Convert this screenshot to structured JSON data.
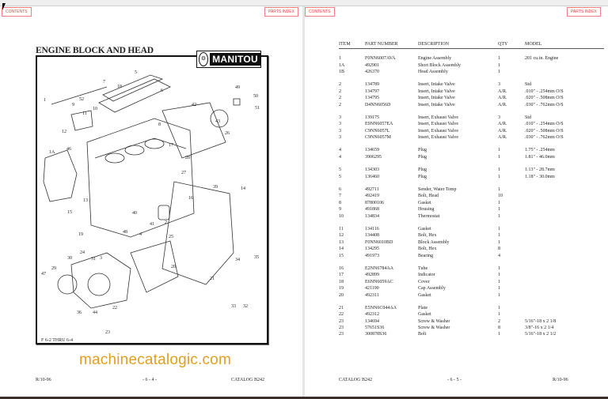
{
  "left_page": {
    "contents_label": "CONTENTS",
    "parts_index_label": "PARTS INDEX",
    "title": "ENGINE BLOCK AND HEAD",
    "logo_text": "MANITOU",
    "figure_label": "F 6-2 THRU 6-4",
    "callouts": [
      "5",
      "7",
      "18",
      "6",
      "49",
      "50",
      "51",
      "52",
      "9",
      "10",
      "11",
      "42",
      "8",
      "43",
      "12",
      "26",
      "1A",
      "46",
      "28",
      "27",
      "16",
      "39",
      "14",
      "15",
      "40",
      "48",
      "41",
      "4",
      "2",
      "25",
      "19",
      "24",
      "30",
      "31",
      "20",
      "29",
      "47",
      "34",
      "35",
      "21",
      "3",
      "22",
      "36",
      "44",
      "33",
      "32",
      "23",
      "1",
      "13",
      "17"
    ],
    "footer_left": "R/10-96",
    "footer_center": "- 6 - 4 -",
    "footer_right": "CATALOG B242"
  },
  "right_page": {
    "contents_label": "CONTENTS",
    "parts_index_label": "PARTS INDEX",
    "columns": [
      "ITEM",
      "PART NUMBER",
      "DESCRIPTION",
      "QTY",
      "MODEL"
    ],
    "rows": [
      [
        "1",
        "F0NN6007AVA",
        "Engine Assembly",
        "1",
        "201 cu.in. Engine"
      ],
      [
        "1A",
        "492901",
        "Short Block Assembly",
        "1",
        ""
      ],
      [
        "1B",
        "426370",
        "Head Assembly",
        "1",
        ""
      ],
      null,
      [
        "2",
        "134789",
        "Insert, Intake Valve",
        "3",
        "Std"
      ],
      [
        "2",
        "134797",
        "Insert, Intake Valve",
        "A/R.",
        ".010\" - .254mm O/S"
      ],
      [
        "2",
        "134795",
        "Insert, Intake Valve",
        "A/R.",
        ".020\" - .508mm O/S"
      ],
      [
        "2",
        "D4NN6056D",
        "Insert, Intake Valve",
        "A/R.",
        ".030\" - .762mm O/S"
      ],
      null,
      [
        "3",
        "139175",
        "Insert, Exhaust Valve",
        "3",
        "Std"
      ],
      [
        "3",
        "E9NN6057EA",
        "Insert, Exhaust Valve",
        "A/R.",
        ".010\" - .254mm O/S"
      ],
      [
        "3",
        "C9NN6057L",
        "Insert, Exhaust Valve",
        "A/R.",
        ".020\" - .508mm O/S"
      ],
      [
        "3",
        "C9NN6057M",
        "Insert, Exhaust Valve",
        "A/R.",
        ".030\" - .762mm O/S"
      ],
      null,
      [
        "4",
        "134659",
        "Plug",
        "1",
        "1.75\" - .254mm"
      ],
      [
        "4",
        "3906295",
        "Plug",
        "1",
        "1.81\" - 46.0mm"
      ],
      null,
      [
        "5",
        "134303",
        "Plug",
        "1",
        "1.13\" - 28.7mm"
      ],
      [
        "5",
        "136460",
        "Plug",
        "1",
        "1.18\" - 30.0mm"
      ],
      null,
      [
        "6",
        "492711",
        "Sender, Water Temp",
        "1",
        ""
      ],
      [
        "7",
        "492419",
        "Bolt, Head",
        "10",
        ""
      ],
      [
        "8",
        "87800106",
        "Gasket",
        "1",
        ""
      ],
      [
        "9",
        "491868",
        "Housing",
        "1",
        ""
      ],
      [
        "10",
        "134834",
        "Thermostat",
        "1",
        ""
      ],
      null,
      [
        "11",
        "134116",
        "Gasket",
        "1",
        ""
      ],
      [
        "12",
        "134408",
        "Bolt, Hex",
        "1",
        ""
      ],
      [
        "13",
        "F0NN6010BD",
        "Block Assembly",
        "1",
        ""
      ],
      [
        "14",
        "134295",
        "Bolt, Hex",
        "8",
        ""
      ],
      [
        "15",
        "491973",
        "Bearing",
        "4",
        ""
      ],
      null,
      [
        "16",
        "E2NN6784AA",
        "Tube",
        "1",
        ""
      ],
      [
        "17",
        "492899",
        "Indicator",
        "1",
        ""
      ],
      [
        "18",
        "E6NN6059AC",
        "Cover",
        "1",
        ""
      ],
      [
        "19",
        "421190",
        "Cap Assembly",
        "1",
        ""
      ],
      [
        "20",
        "492311",
        "Gasket",
        "1",
        ""
      ],
      null,
      [
        "21",
        "E5NN6C044AA",
        "Plate",
        "1",
        ""
      ],
      [
        "22",
        "492312",
        "Gasket",
        "1",
        ""
      ],
      [
        "23",
        "134694",
        "Screw & Washer",
        "2",
        "5/16\"-18 x 2 1/8"
      ],
      [
        "23",
        "57651S36",
        "Screw & Washer",
        "8",
        "3/8\"-16 x 2 1/4"
      ],
      [
        "23",
        "300878S36",
        "Bolt",
        "1",
        "5/16\"-18 x 2 1/2"
      ]
    ],
    "footer_left": "CATALOG B242",
    "footer_center": "- 6 - 5 -",
    "footer_right": "R/10-96"
  },
  "watermark": "machinecatalogic.com",
  "colors": {
    "link_border": "#f08080",
    "watermark": "#e0a020"
  }
}
